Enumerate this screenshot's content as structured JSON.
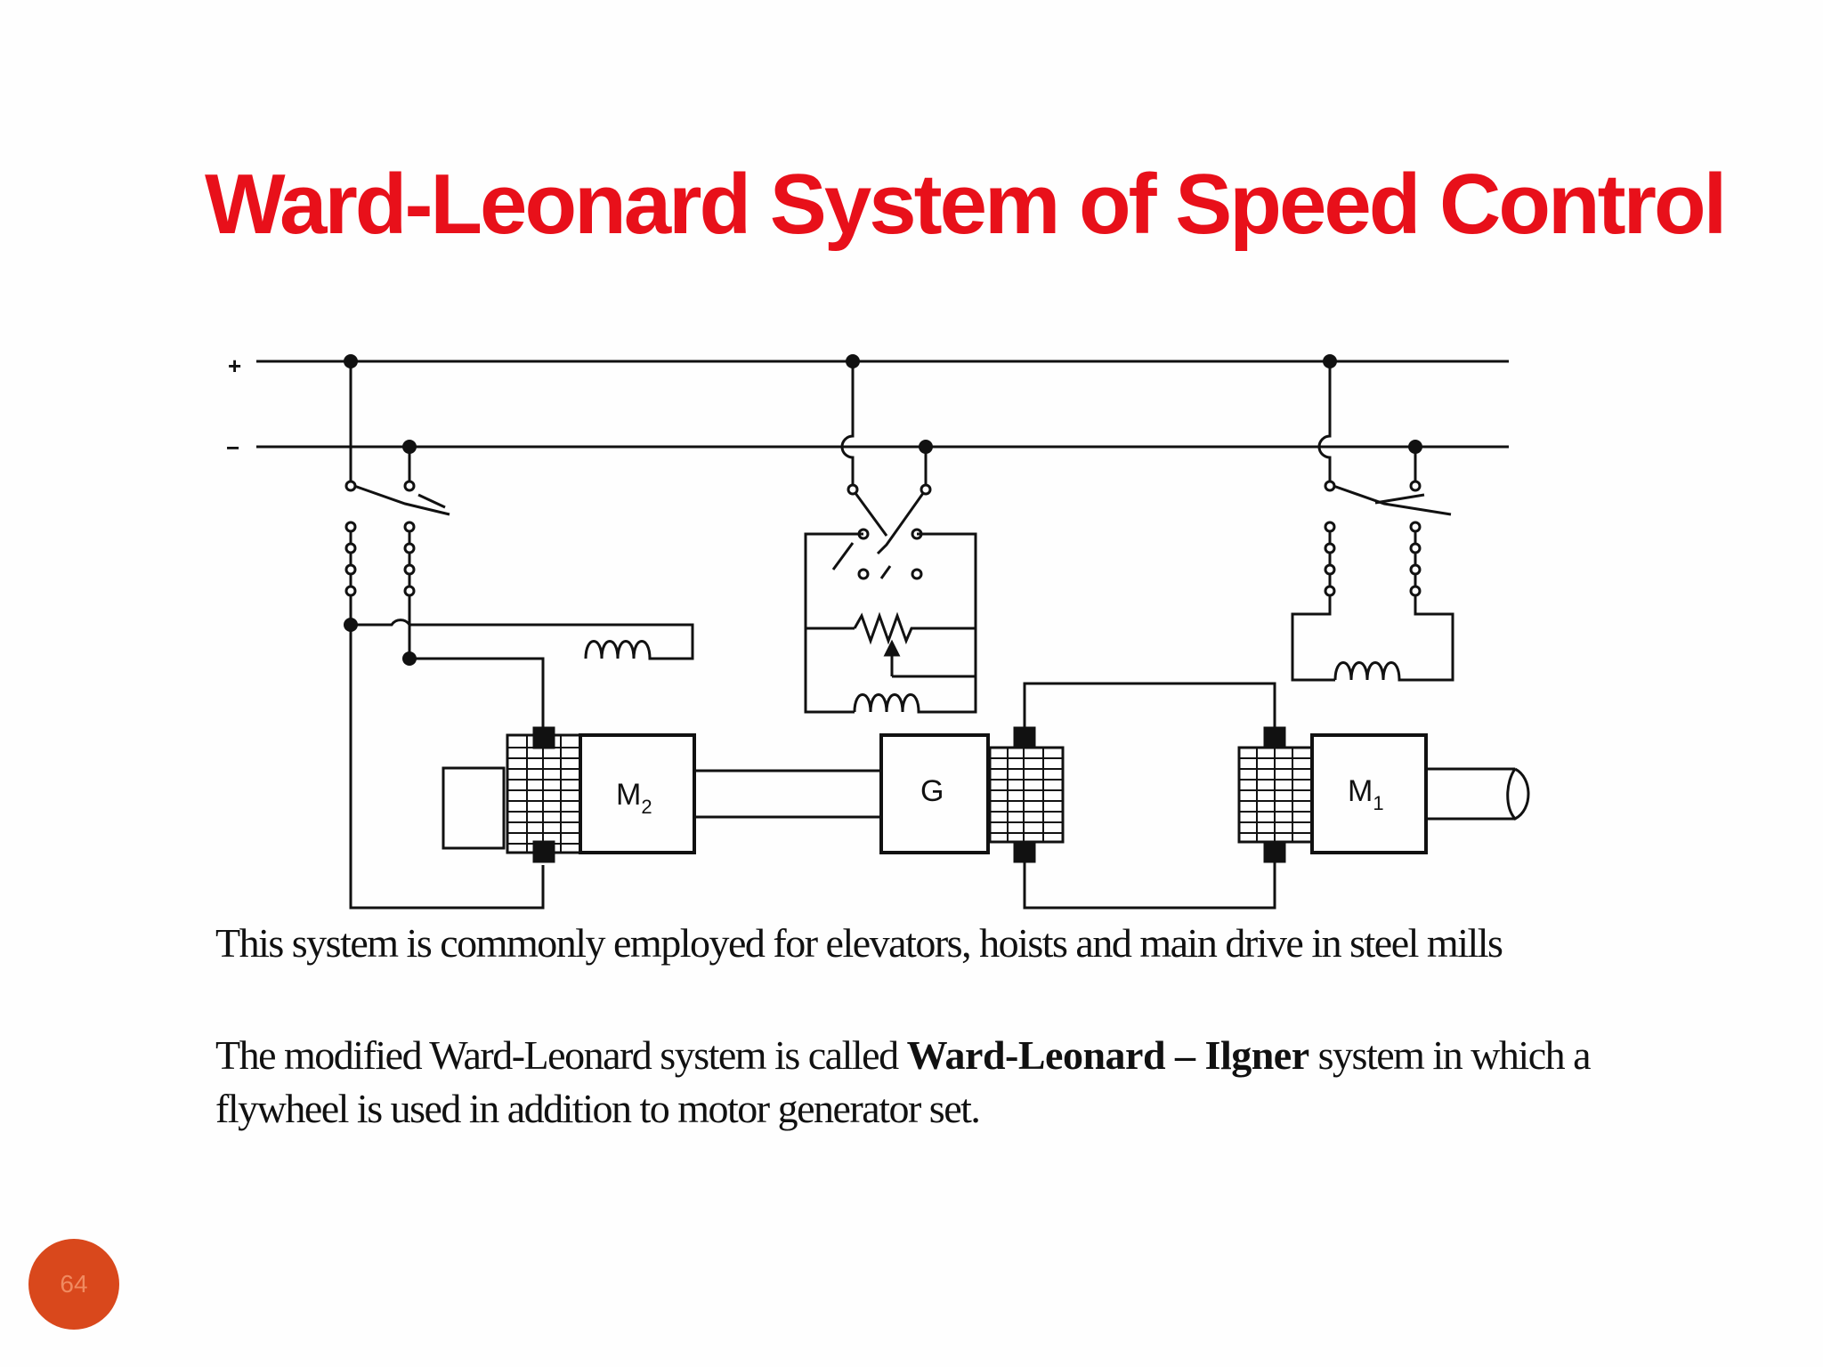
{
  "slide": {
    "title": "Ward-Leonard System of Speed Control",
    "text1": "This system is commonly employed for elevators, hoists and main drive in steel  mills",
    "text2_pre": "The modified Ward-Leonard system is called ",
    "text2_bold": "Ward-Leonard – Ilgner",
    "text2_post": " system in which a flywheel is used in addition to motor generator set.",
    "page_number": "64"
  },
  "diagram": {
    "plus_label": "+",
    "minus_label": "−",
    "m2_label": "M",
    "m2_sub": "2",
    "g_label": "G",
    "m1_label": "M",
    "m1_sub": "1",
    "colors": {
      "title": "#e8101a",
      "badge": "#d9481c",
      "lines": "#111111"
    }
  }
}
